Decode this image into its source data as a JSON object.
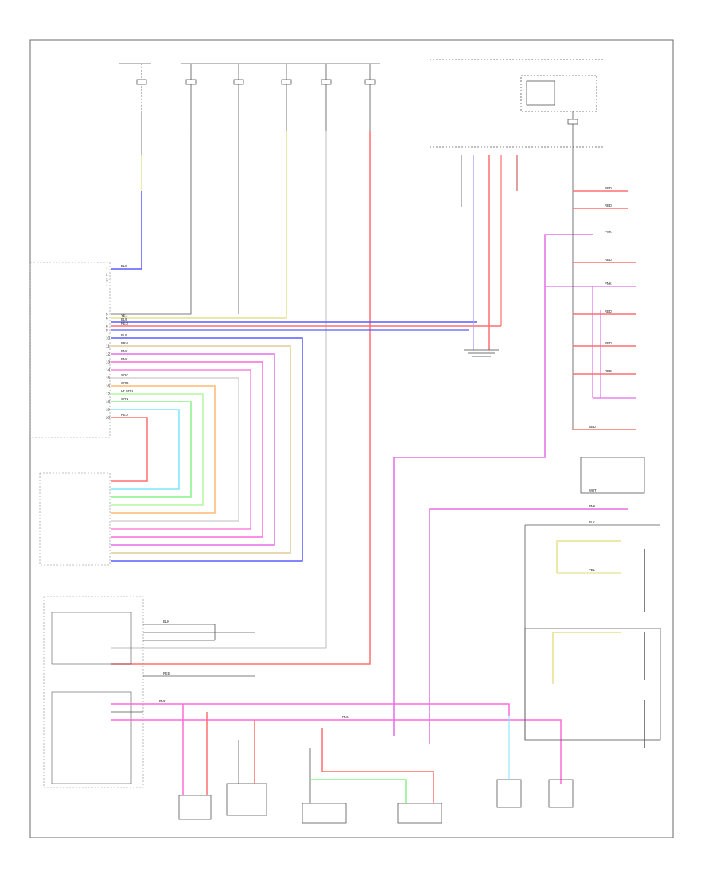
{
  "diagram": {
    "footer_code": ""
  },
  "colors": {
    "yellow": "#e6e28c",
    "blue": "#5a5cff",
    "red": "#ff6e6e",
    "pink": "#ff6ad8",
    "magenta": "#e36ee6",
    "orange": "#ffb873",
    "green": "#88f088",
    "light_green": "#b4f5a0",
    "cyan": "#7ae6ff",
    "lavender": "#b0a8ff",
    "tan": "#ddcc95",
    "gray": "#bdbdbd",
    "black": "#222222"
  },
  "wire_colors": {
    "yel": "YEL",
    "blu": "BLU",
    "red": "RED",
    "pnk": "PNK",
    "org": "ORG",
    "grn": "GRN",
    "lt_grn": "LT GRN",
    "brn": "BRN",
    "gry": "GRY",
    "wht": "WHT",
    "blk": "BLK"
  },
  "connector_pins": [
    "1",
    "2",
    "3",
    "4",
    "5",
    "6",
    "7",
    "8",
    "9",
    "10",
    "11",
    "12",
    "13",
    "14",
    "15",
    "16",
    "17",
    "18",
    "19",
    "20"
  ]
}
